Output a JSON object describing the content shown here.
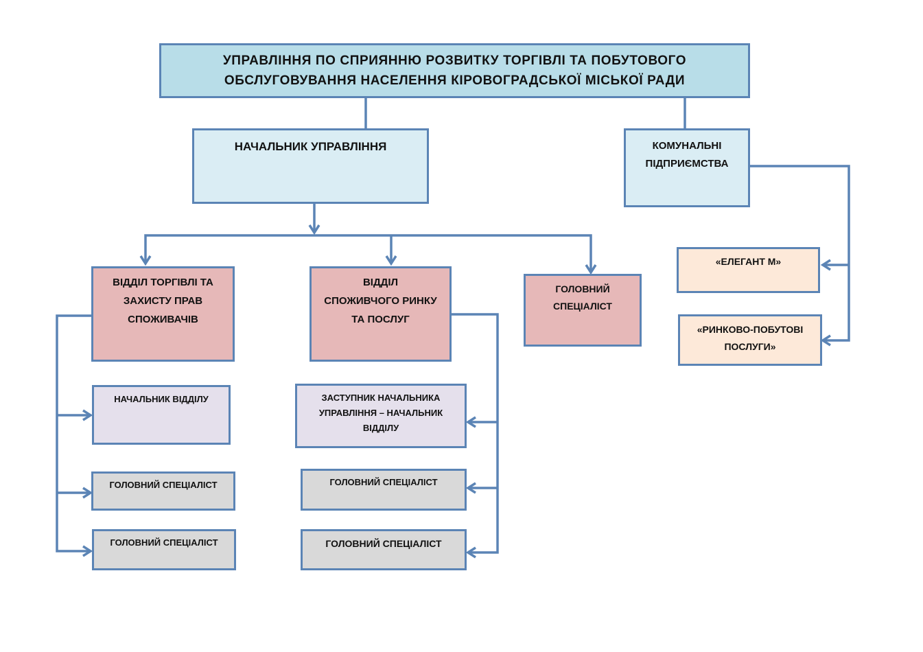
{
  "colors": {
    "line": "#5b84b5",
    "top_box": "#b8dde8",
    "head_box": "#daedf4",
    "department_box": "#e6b8b8",
    "head_of_department_box": "#e5e0ec",
    "specialist_box": "#d9d9d9",
    "enterprise_box": "#fde9d9"
  },
  "main": {
    "line1": "УПРАВЛІННЯ ПО СПРИЯННЮ РОЗВИТКУ ТОРГІВЛІ ТА ПОБУТОВОГО",
    "line2": "ОБСЛУГОВУВАННЯ НАСЕЛЕННЯ КІРОВОГРАДСЬКОЇ МІСЬКОЇ РАДИ"
  },
  "head": {
    "label": "НАЧАЛЬНИК УПРАВЛІННЯ"
  },
  "communal": {
    "line1": "КОМУНАЛЬНІ",
    "line2": "ПІДПРИЄМСТВА"
  },
  "enterprises": [
    {
      "line1": "«ЕЛЕГАНТ М»"
    },
    {
      "line1": "«РИНКОВО-ПОБУТОВІ",
      "line2": "ПОСЛУГИ»"
    }
  ],
  "departments": [
    {
      "line1": "ВІДДІЛ ТОРГІВЛІ ТА",
      "line2": "ЗАХИСТУ ПРАВ",
      "line3": "СПОЖИВАЧІВ",
      "staff": [
        {
          "label": "НАЧАЛЬНИК ВІДДІЛУ"
        },
        {
          "label": "ГОЛОВНИЙ СПЕЦІАЛІСТ"
        },
        {
          "label": "ГОЛОВНИЙ СПЕЦІАЛІСТ"
        }
      ]
    },
    {
      "line1": "ВІДДІЛ",
      "line2": "СПОЖИВЧОГО РИНКУ",
      "line3": "ТА ПОСЛУГ",
      "staff": [
        {
          "line1": "ЗАСТУПНИК НАЧАЛЬНИКА",
          "line2": "УПРАВЛІННЯ – НАЧАЛЬНИК",
          "line3": "ВІДДІЛУ"
        },
        {
          "label": "ГОЛОВНИЙ СПЕЦІАЛІСТ"
        },
        {
          "label": "ГОЛОВНИЙ СПЕЦІАЛІСТ"
        }
      ]
    }
  ],
  "chief_specialist": {
    "line1": "ГОЛОВНИЙ",
    "line2": "СПЕЦІАЛІСТ"
  }
}
